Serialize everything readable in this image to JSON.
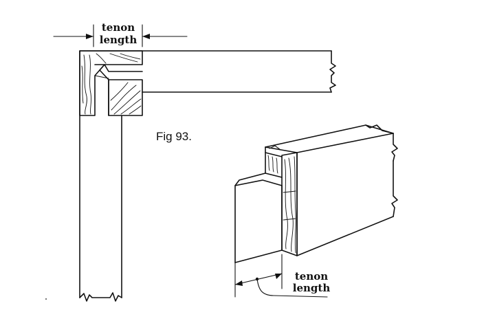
{
  "figure": {
    "caption": "Fig 93.",
    "top_view_label_line1": "tenon",
    "top_view_label_line2": "length",
    "iso_view_label_line1": "tenon",
    "iso_view_label_line2": "length"
  }
}
